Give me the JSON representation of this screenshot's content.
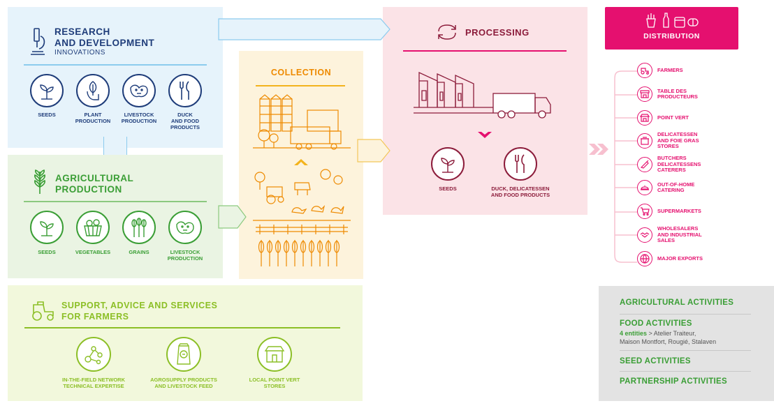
{
  "colors": {
    "rd_blue": "#1f3d7a",
    "green": "#3a9e35",
    "orange": "#ee8a00",
    "magenta": "#e5106f",
    "dark_red": "#8c1c3b",
    "lime": "#8cbf26"
  },
  "rd": {
    "title_line1": "RESEARCH",
    "title_line2": "AND DEVELOPMENT",
    "subtitle": "INNOVATIONS",
    "items": [
      {
        "label": "SEEDS",
        "icon": "sprout-icon"
      },
      {
        "label": "PLANT\nPRODUCTION",
        "icon": "hand-leaf-icon"
      },
      {
        "label": "LIVESTOCK\nPRODUCTION",
        "icon": "cow-icon"
      },
      {
        "label": "DUCK\nAND FOOD\nPRODUCTS",
        "icon": "fork-knife-icon"
      }
    ]
  },
  "agri": {
    "title_line1": "AGRICULTURAL",
    "title_line2": "PRODUCTION",
    "items": [
      {
        "label": "SEEDS",
        "icon": "sprout-icon"
      },
      {
        "label": "VEGETABLES",
        "icon": "basket-icon"
      },
      {
        "label": "GRAINS",
        "icon": "grain-icon"
      },
      {
        "label": "LIVESTOCK\nPRODUCTION",
        "icon": "cow-icon"
      }
    ]
  },
  "collection": {
    "title": "COLLECTION"
  },
  "processing": {
    "title": "PROCESSING",
    "items": [
      {
        "label": "SEEDS",
        "icon": "sprout-icon"
      },
      {
        "label": "DUCK, DELICATESSEN\nAND FOOD PRODUCTS",
        "icon": "fork-knife-icon"
      }
    ]
  },
  "distribution": {
    "title": "DISTRIBUTION",
    "items": [
      {
        "label": "FARMERS",
        "icon": "tractor-icon"
      },
      {
        "label": "TABLE DES\nPRODUCTEURS",
        "icon": "shop-icon"
      },
      {
        "label": "POINT VERT",
        "icon": "store-icon"
      },
      {
        "label": "DELICATESSEN\nAND FOIE GRAS\nSTORES",
        "icon": "delicatessen-icon"
      },
      {
        "label": "BUTCHERS\nDELICATESSENS\nCATERERS",
        "icon": "knife-icon"
      },
      {
        "label": "OUT-OF-HOME\nCATERING",
        "icon": "plate-icon"
      },
      {
        "label": "SUPERMARKETS",
        "icon": "cart-icon"
      },
      {
        "label": "WHOLESALERS\nAND INDUSTRIAL\nSALES",
        "icon": "handshake-icon"
      },
      {
        "label": "MAJOR EXPORTS",
        "icon": "globe-icon"
      }
    ]
  },
  "support": {
    "title_line1": "SUPPORT, ADVICE AND SERVICES",
    "title_line2": "FOR FARMERS",
    "items": [
      {
        "label": "IN-THE-FIELD NETWORK\nTECHNICAL EXPERTISE",
        "icon": "network-icon"
      },
      {
        "label": "AGROSUPPLY PRODUCTS\nAND LIVESTOCK FEED",
        "icon": "feed-bag-icon"
      },
      {
        "label": "LOCAL POINT VERT\nSTORES",
        "icon": "store-icon"
      }
    ]
  },
  "legend": {
    "agricultural": "AGRICULTURAL ACTIVITIES",
    "food": "FOOD ACTIVITIES",
    "food_entities_count": "4 entities",
    "food_entities_line1": "> Atelier Traiteur,",
    "food_entities_line2": "Maison Montfort, Rougié, Stalaven",
    "seed": "SEED ACTIVITIES",
    "partnership": "PARTNERSHIP ACTIVITIES"
  }
}
